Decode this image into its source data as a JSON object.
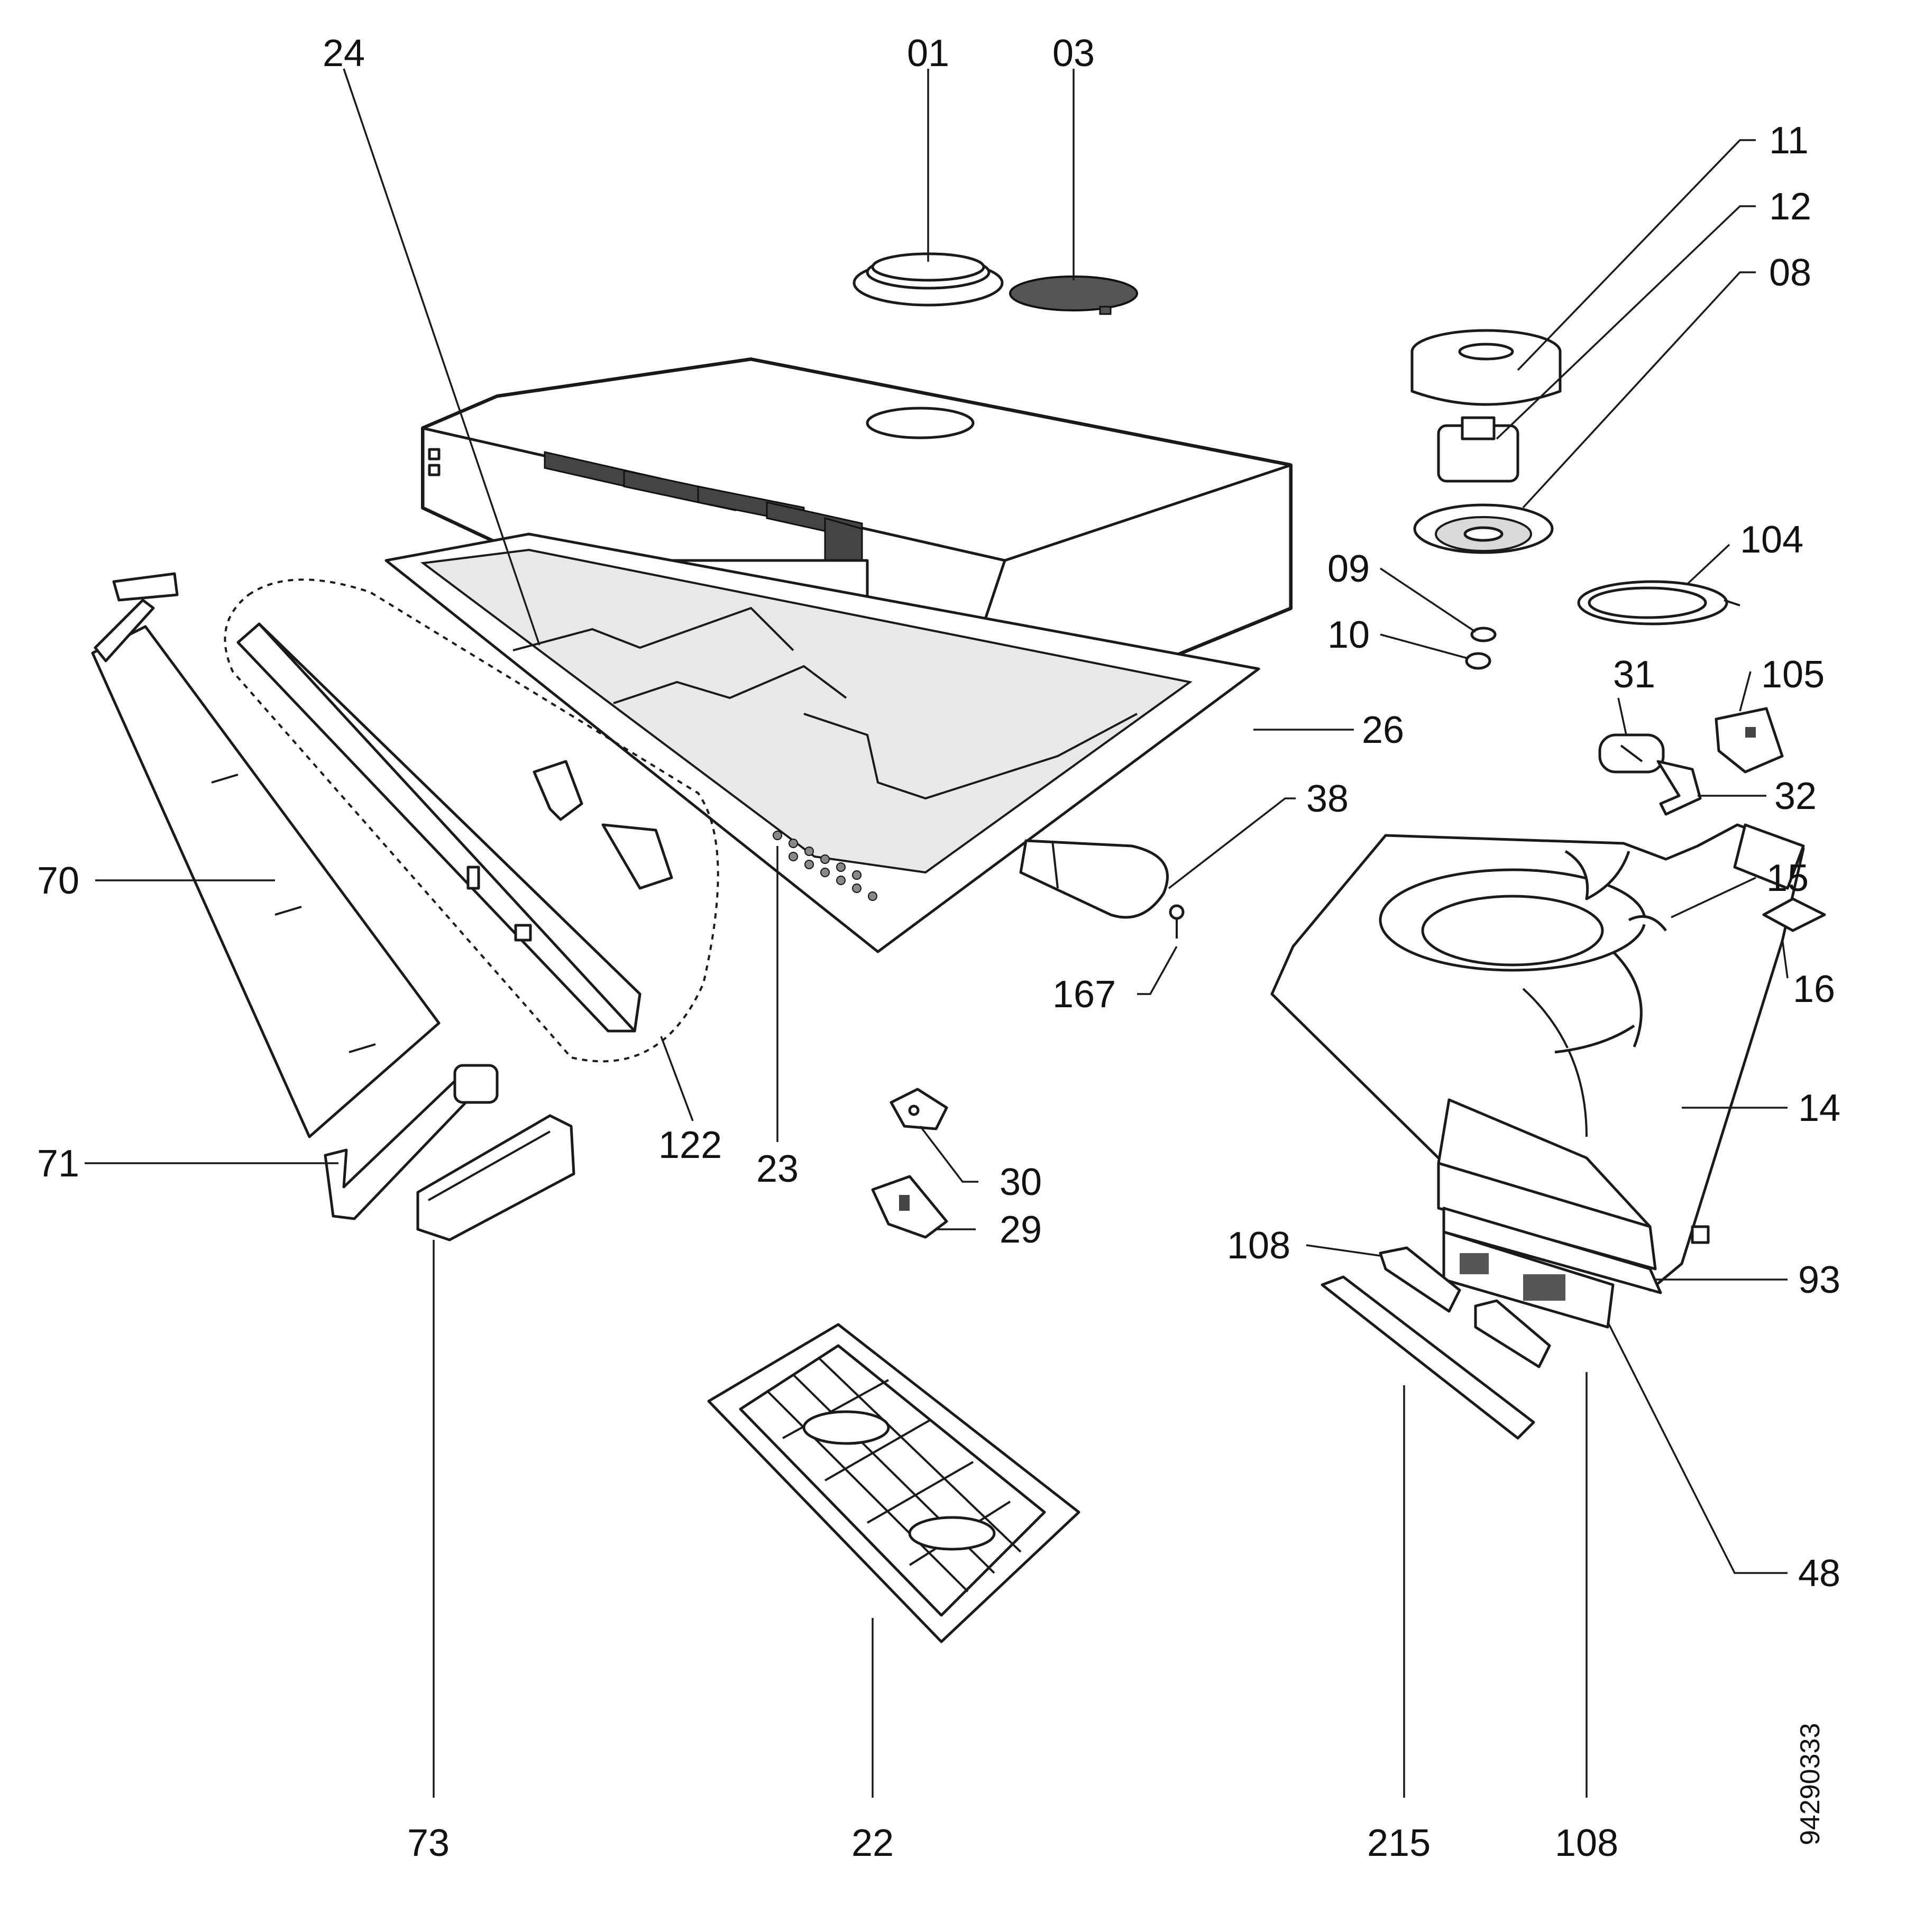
{
  "diagram": {
    "labels": {
      "p24": "24",
      "p01": "01",
      "p03": "03",
      "p11": "11",
      "p12": "12",
      "p08": "08",
      "p09": "09",
      "p10": "10",
      "p104": "104",
      "p31": "31",
      "p105": "105",
      "p32": "32",
      "p26": "26",
      "p38": "38",
      "p15": "15",
      "p16": "16",
      "p167": "167",
      "p70": "70",
      "p14": "14",
      "p71": "71",
      "p122": "122",
      "p23": "23",
      "p30": "30",
      "p29": "29",
      "p108a": "108",
      "p93": "93",
      "p48": "48",
      "p73": "73",
      "p22": "22",
      "p215": "215",
      "p108b": "108"
    },
    "drawing_code": "94290333"
  }
}
